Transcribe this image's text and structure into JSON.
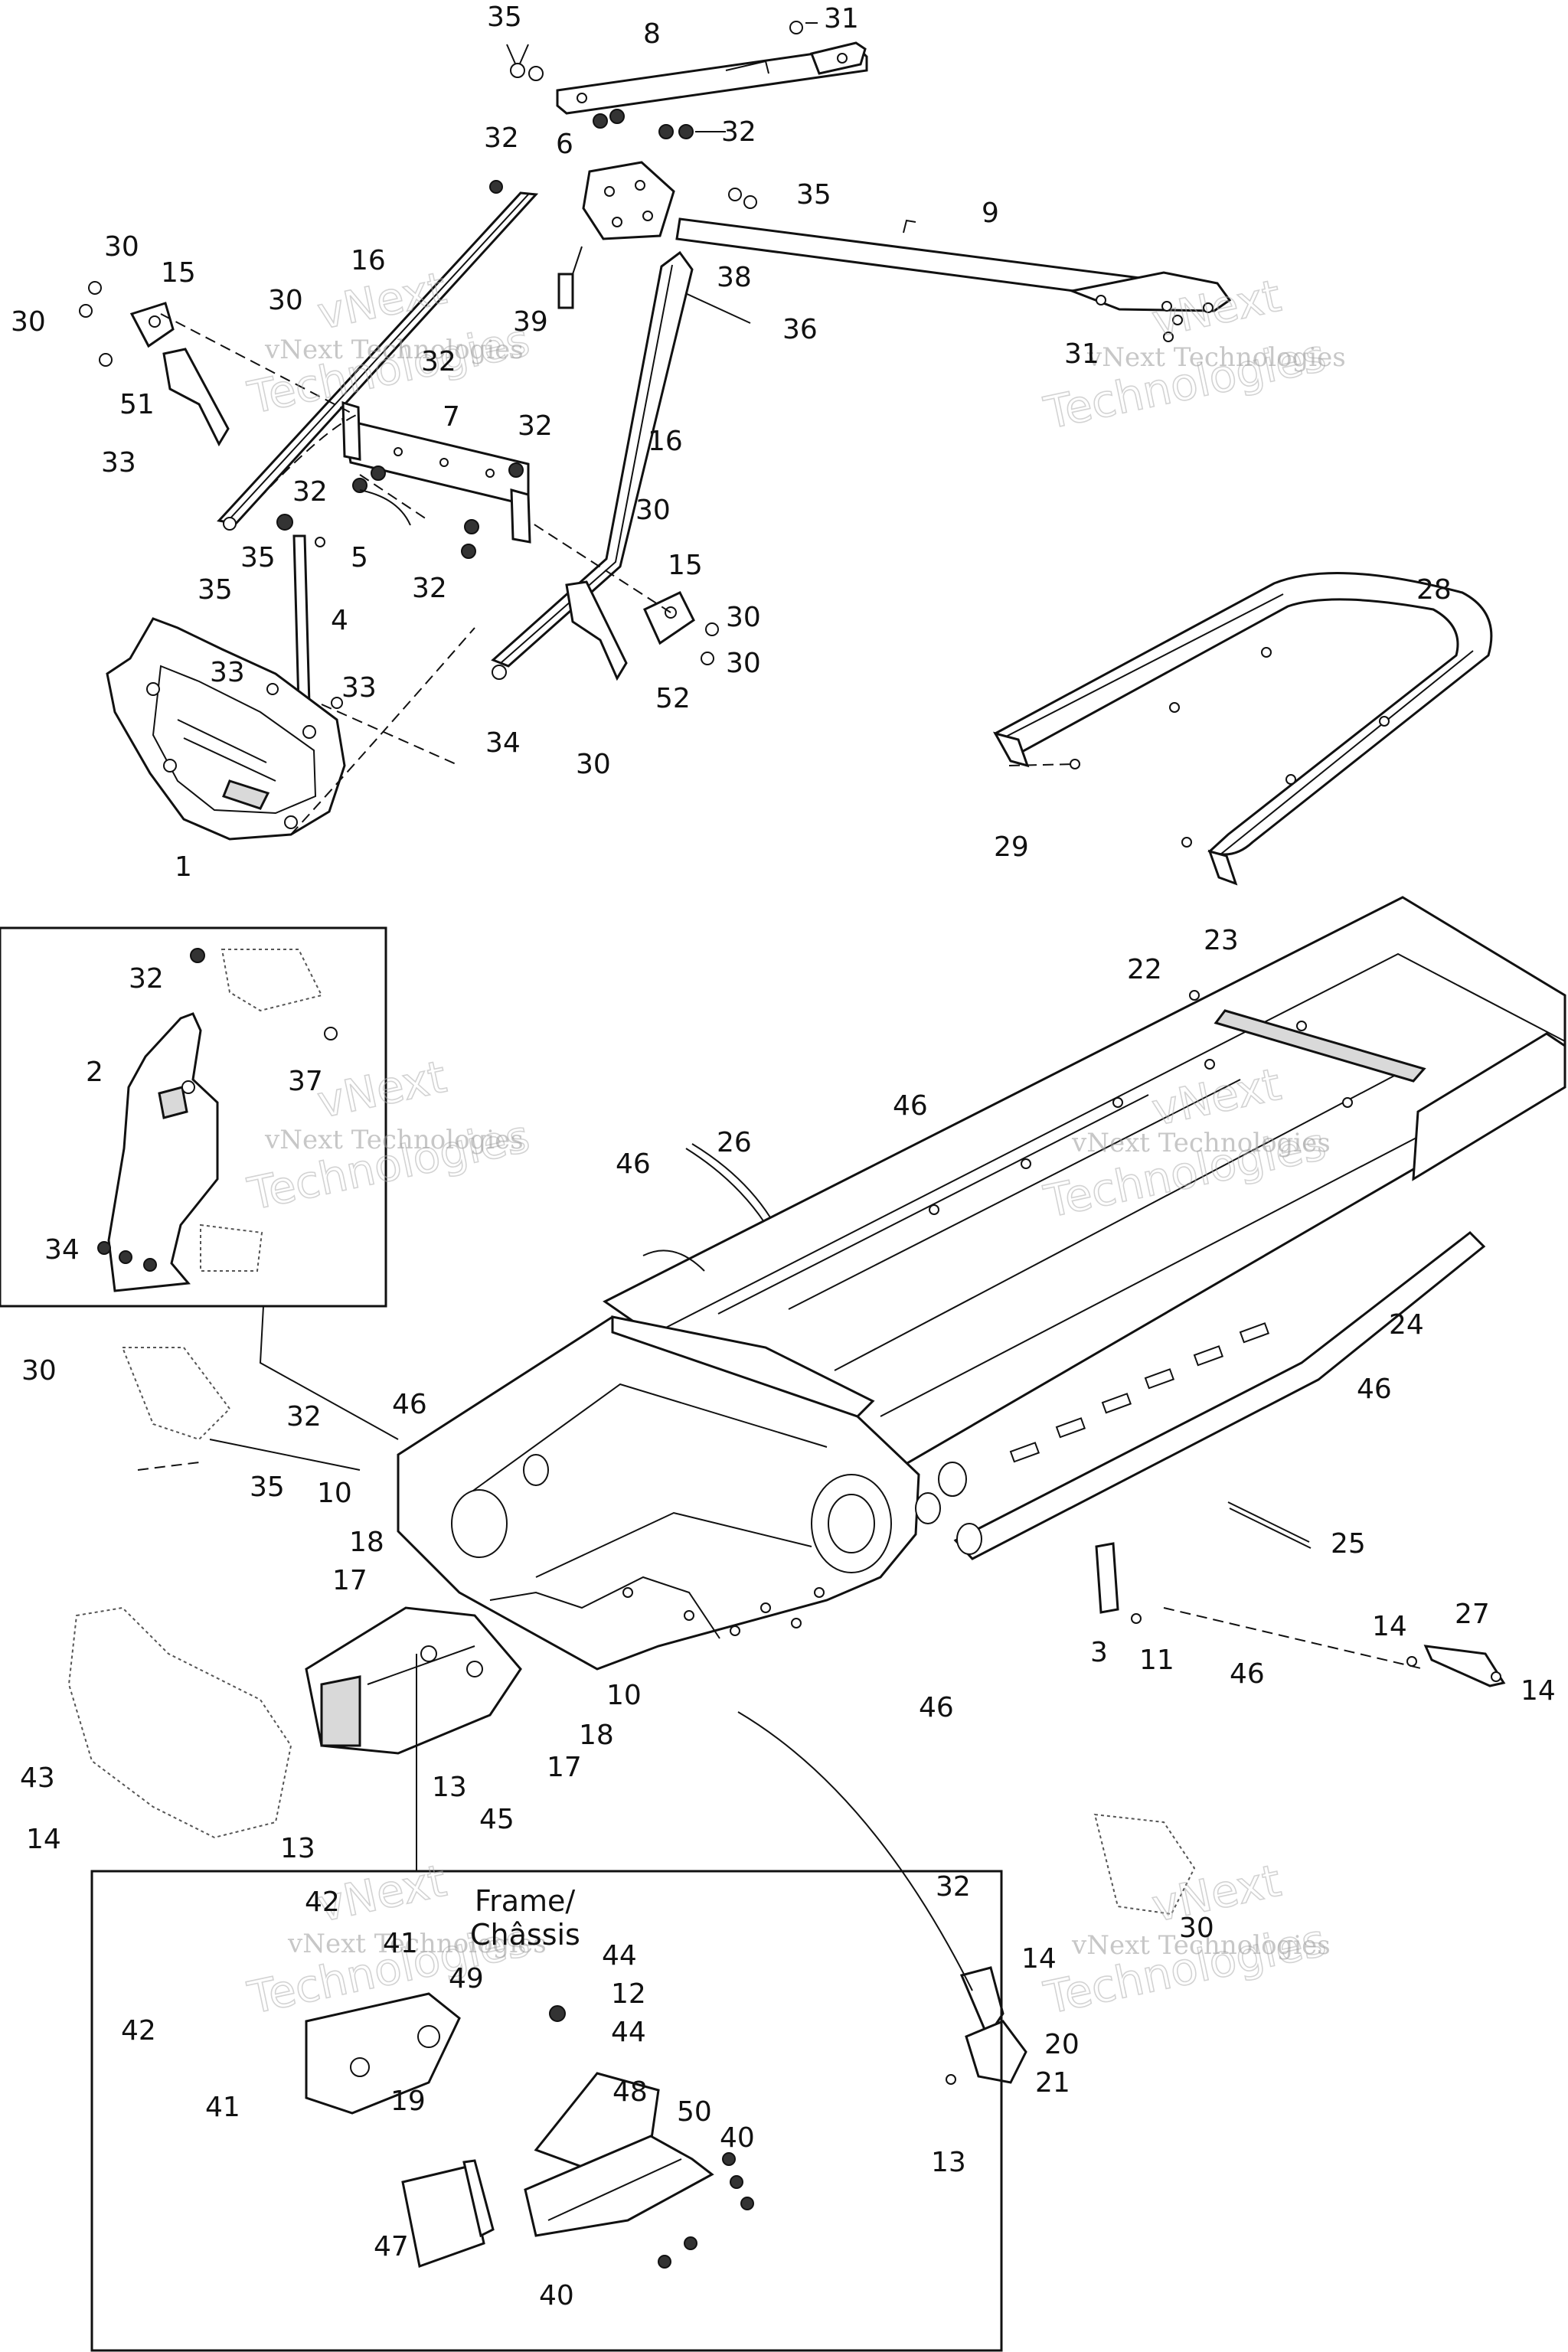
{
  "diagram": {
    "watermark_small": "vNext Technologies",
    "watermark_large": [
      "vNext",
      "Technologies"
    ],
    "frame_label": "Frame/",
    "frame_label_2": "Châssis",
    "callouts": [
      {
        "id": "c35a",
        "text": "35"
      },
      {
        "id": "c8",
        "text": "8"
      },
      {
        "id": "c31a",
        "text": "31"
      },
      {
        "id": "c32a",
        "text": "32"
      },
      {
        "id": "c6",
        "text": "6"
      },
      {
        "id": "c32b",
        "text": "32"
      },
      {
        "id": "c35b",
        "text": "35"
      },
      {
        "id": "c9",
        "text": "9"
      },
      {
        "id": "c30a",
        "text": "30"
      },
      {
        "id": "c15a",
        "text": "15"
      },
      {
        "id": "c16a",
        "text": "16"
      },
      {
        "id": "c30b",
        "text": "30"
      },
      {
        "id": "c30c",
        "text": "30"
      },
      {
        "id": "c38",
        "text": "38"
      },
      {
        "id": "c39",
        "text": "39"
      },
      {
        "id": "c36",
        "text": "36"
      },
      {
        "id": "c31b",
        "text": "31"
      },
      {
        "id": "c51",
        "text": "51"
      },
      {
        "id": "c32c",
        "text": "32"
      },
      {
        "id": "c7",
        "text": "7"
      },
      {
        "id": "c16b",
        "text": "16"
      },
      {
        "id": "c33a",
        "text": "33"
      },
      {
        "id": "c32d",
        "text": "32"
      },
      {
        "id": "c32e",
        "text": "32"
      },
      {
        "id": "c30d",
        "text": "30"
      },
      {
        "id": "c35c",
        "text": "35"
      },
      {
        "id": "c5",
        "text": "5"
      },
      {
        "id": "c35d",
        "text": "35"
      },
      {
        "id": "c32f",
        "text": "32"
      },
      {
        "id": "c15b",
        "text": "15"
      },
      {
        "id": "c4",
        "text": "4"
      },
      {
        "id": "c30e",
        "text": "30"
      },
      {
        "id": "c33b",
        "text": "33"
      },
      {
        "id": "c33c",
        "text": "33"
      },
      {
        "id": "c30f",
        "text": "30"
      },
      {
        "id": "c52",
        "text": "52"
      },
      {
        "id": "c34a",
        "text": "34"
      },
      {
        "id": "c30g",
        "text": "30"
      },
      {
        "id": "c1",
        "text": "1"
      },
      {
        "id": "c28",
        "text": "28"
      },
      {
        "id": "c29",
        "text": "29"
      },
      {
        "id": "c32g",
        "text": "32"
      },
      {
        "id": "c2",
        "text": "2"
      },
      {
        "id": "c37",
        "text": "37"
      },
      {
        "id": "c34b",
        "text": "34"
      },
      {
        "id": "c22",
        "text": "22"
      },
      {
        "id": "c23",
        "text": "23"
      },
      {
        "id": "c46a",
        "text": "46"
      },
      {
        "id": "c46b",
        "text": "46"
      },
      {
        "id": "c26",
        "text": "26"
      },
      {
        "id": "c24",
        "text": "24"
      },
      {
        "id": "c30h",
        "text": "30"
      },
      {
        "id": "c32h",
        "text": "32"
      },
      {
        "id": "c46c",
        "text": "46"
      },
      {
        "id": "c46d",
        "text": "46"
      },
      {
        "id": "c35e",
        "text": "35"
      },
      {
        "id": "c10a",
        "text": "10"
      },
      {
        "id": "c18a",
        "text": "18"
      },
      {
        "id": "c17a",
        "text": "17"
      },
      {
        "id": "c25",
        "text": "25"
      },
      {
        "id": "c10b",
        "text": "10"
      },
      {
        "id": "c18b",
        "text": "18"
      },
      {
        "id": "c17b",
        "text": "17"
      },
      {
        "id": "c3",
        "text": "3"
      },
      {
        "id": "c11",
        "text": "11"
      },
      {
        "id": "c46e",
        "text": "46"
      },
      {
        "id": "c46f",
        "text": "46"
      },
      {
        "id": "c14a",
        "text": "14"
      },
      {
        "id": "c27",
        "text": "27"
      },
      {
        "id": "c14b",
        "text": "14"
      },
      {
        "id": "c43",
        "text": "43"
      },
      {
        "id": "c13a",
        "text": "13"
      },
      {
        "id": "c45",
        "text": "45"
      },
      {
        "id": "c14c",
        "text": "14"
      },
      {
        "id": "c13b",
        "text": "13"
      },
      {
        "id": "c32i",
        "text": "32"
      },
      {
        "id": "c30i",
        "text": "30"
      },
      {
        "id": "c14d",
        "text": "14"
      },
      {
        "id": "c20",
        "text": "20"
      },
      {
        "id": "c21",
        "text": "21"
      },
      {
        "id": "c13c",
        "text": "13"
      },
      {
        "id": "c42a",
        "text": "42"
      },
      {
        "id": "c41a",
        "text": "41"
      },
      {
        "id": "c49",
        "text": "49"
      },
      {
        "id": "c44a",
        "text": "44"
      },
      {
        "id": "c12",
        "text": "12"
      },
      {
        "id": "c44b",
        "text": "44"
      },
      {
        "id": "c42b",
        "text": "42"
      },
      {
        "id": "c41b",
        "text": "41"
      },
      {
        "id": "c19",
        "text": "19"
      },
      {
        "id": "c48",
        "text": "48"
      },
      {
        "id": "c50",
        "text": "50"
      },
      {
        "id": "c40a",
        "text": "40"
      },
      {
        "id": "c47",
        "text": "47"
      },
      {
        "id": "c40b",
        "text": "40"
      }
    ]
  }
}
